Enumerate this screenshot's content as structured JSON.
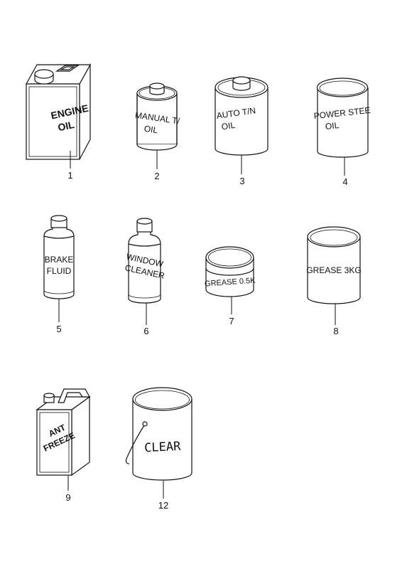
{
  "parts": [
    {
      "id": "p1",
      "number": "1",
      "label_lines": [
        "ENGINE",
        "OIL"
      ],
      "icon": "engine-oil-can-icon"
    },
    {
      "id": "p2",
      "number": "2",
      "label_lines": [
        "MANUAL T/",
        "OIL"
      ],
      "icon": "manual-transmission-oil-can-icon"
    },
    {
      "id": "p3",
      "number": "3",
      "label_lines": [
        "AUTO T/N",
        "OIL"
      ],
      "icon": "auto-transmission-oil-can-icon"
    },
    {
      "id": "p4",
      "number": "4",
      "label_lines": [
        "POWER STEE",
        "OIL"
      ],
      "icon": "power-steering-oil-can-icon"
    },
    {
      "id": "p5",
      "number": "5",
      "label_lines": [
        "BRAKE",
        "FLUID"
      ],
      "icon": "brake-fluid-bottle-icon"
    },
    {
      "id": "p6",
      "number": "6",
      "label_lines": [
        "WINDOW",
        "CLEANER"
      ],
      "icon": "window-cleaner-bottle-icon"
    },
    {
      "id": "p7",
      "number": "7",
      "label_lines": [
        "GREASE 0.5K"
      ],
      "icon": "grease-tin-small-icon"
    },
    {
      "id": "p8",
      "number": "8",
      "label_lines": [
        "GREASE 3KG"
      ],
      "icon": "grease-can-large-icon"
    },
    {
      "id": "p9",
      "number": "9",
      "label_lines": [
        "ANT",
        "FREEZE"
      ],
      "icon": "antifreeze-jug-icon"
    },
    {
      "id": "p12",
      "number": "12",
      "label_lines": [
        "CLEAR"
      ],
      "icon": "clear-coat-pail-icon"
    }
  ]
}
